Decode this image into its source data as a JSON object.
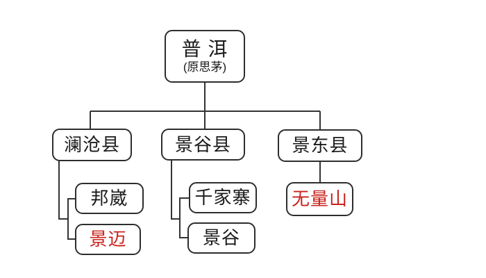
{
  "nodes": {
    "puer": {
      "label": "普 洱",
      "sublabel": "(原思茅)",
      "color": "#1a1a1a"
    },
    "lancang": {
      "label": "澜沧县",
      "color": "#1a1a1a"
    },
    "jinggu_county": {
      "label": "景谷县",
      "color": "#1a1a1a"
    },
    "jingdong_county": {
      "label": "景东县",
      "color": "#1a1a1a"
    },
    "bangwai": {
      "label": "邦崴",
      "color": "#1a1a1a"
    },
    "jingmai": {
      "label": "景迈",
      "color": "#c8231c"
    },
    "qianjiazhai": {
      "label": "千家寨",
      "color": "#1a1a1a"
    },
    "jinggu": {
      "label": "景谷",
      "color": "#1a1a1a"
    },
    "wuliangshan": {
      "label": "无量山",
      "color": "#c8231c"
    }
  },
  "edges": [
    [
      "puer",
      "lancang"
    ],
    [
      "puer",
      "jinggu_county"
    ],
    [
      "puer",
      "jingdong_county"
    ],
    [
      "lancang",
      "bangwai"
    ],
    [
      "lancang",
      "jingmai"
    ],
    [
      "jinggu_county",
      "qianjiazhai"
    ],
    [
      "jinggu_county",
      "jinggu"
    ],
    [
      "jingdong_county",
      "wuliangshan"
    ]
  ],
  "colors": {
    "text": "#1a1a1a",
    "highlight": "#c8231c",
    "border": "#2d2d2d",
    "line": "#333333",
    "background": "#ffffff"
  }
}
